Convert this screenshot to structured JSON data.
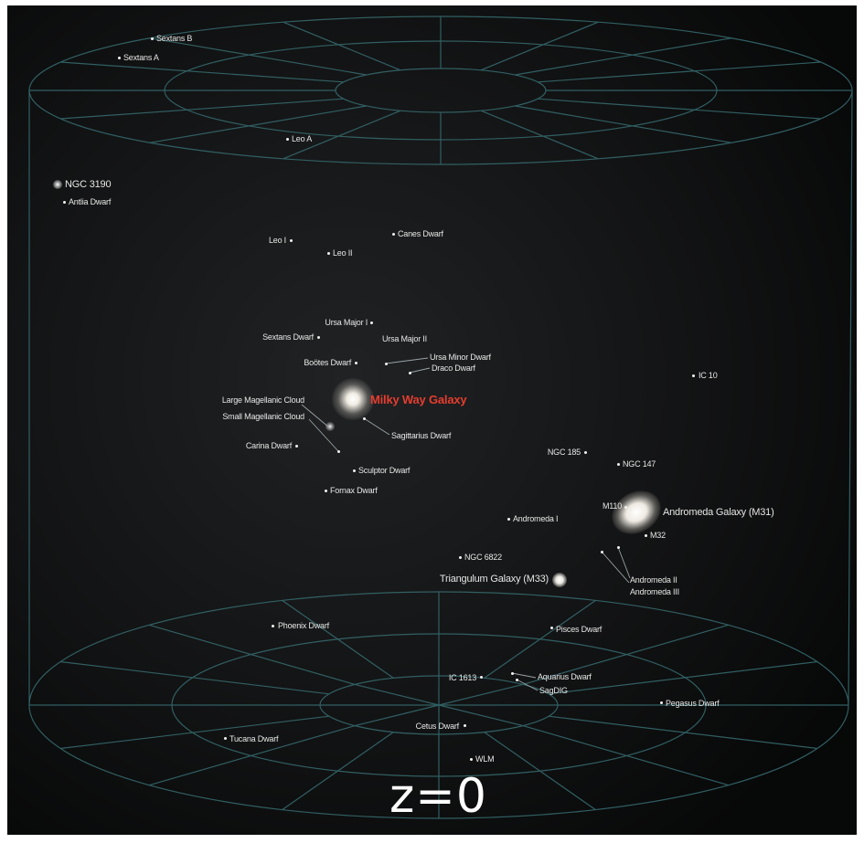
{
  "redshift_label": "z=0",
  "colors": {
    "background": "#0b0c0d",
    "grid": "#35686c",
    "milky_way_label": "#e53d2f",
    "label": "#e6e6e6"
  },
  "galaxies": {
    "sextans_b": "Sextans B",
    "sextans_a": "Sextans A",
    "leo_a": "Leo A",
    "ngc_3190": "NGC 3190",
    "antlia_dwarf": "Antlia Dwarf",
    "leo_i": "Leo I",
    "canes_dwarf": "Canes Dwarf",
    "leo_ii": "Leo II",
    "ursa_major_i": "Ursa Major I",
    "sextans_dwarf": "Sextans Dwarf",
    "ursa_major_ii": "Ursa Major II",
    "bootes_dwarf": "Boötes Dwarf",
    "ursa_minor_dwarf": "Ursa Minor Dwarf",
    "draco_dwarf": "Draco Dwarf",
    "ic_10": "IC 10",
    "large_magellanic_cloud": "Large Magellanic Cloud",
    "small_magellanic_cloud": "Small Magellanic Cloud",
    "milky_way": "Milky Way Galaxy",
    "sagittarius_dwarf": "Sagittarius Dwarf",
    "carina_dwarf": "Carina Dwarf",
    "ngc_185": "NGC 185",
    "ngc_147": "NGC 147",
    "sculptor_dwarf": "Sculptor Dwarf",
    "fornax_dwarf": "Fornax Dwarf",
    "m110": "M110",
    "andromeda_galaxy": "Andromeda Galaxy (M31)",
    "andromeda_i": "Andromeda I",
    "m32": "M32",
    "ngc_6822": "NGC 6822",
    "triangulum_galaxy": "Triangulum Galaxy (M33)",
    "andromeda_ii": "Andromeda II",
    "andromeda_iii": "Andromeda III",
    "phoenix_dwarf": "Phoenix Dwarf",
    "pisces_dwarf": "Pisces Dwarf",
    "ic_1613": "IC 1613",
    "aquarius_dwarf": "Aquarius Dwarf",
    "sagdig": "SagDIG",
    "pegasus_dwarf": "Pegasus Dwarf",
    "tucana_dwarf": "Tucana Dwarf",
    "cetus_dwarf": "Cetus Dwarf",
    "wlm": "WLM"
  }
}
